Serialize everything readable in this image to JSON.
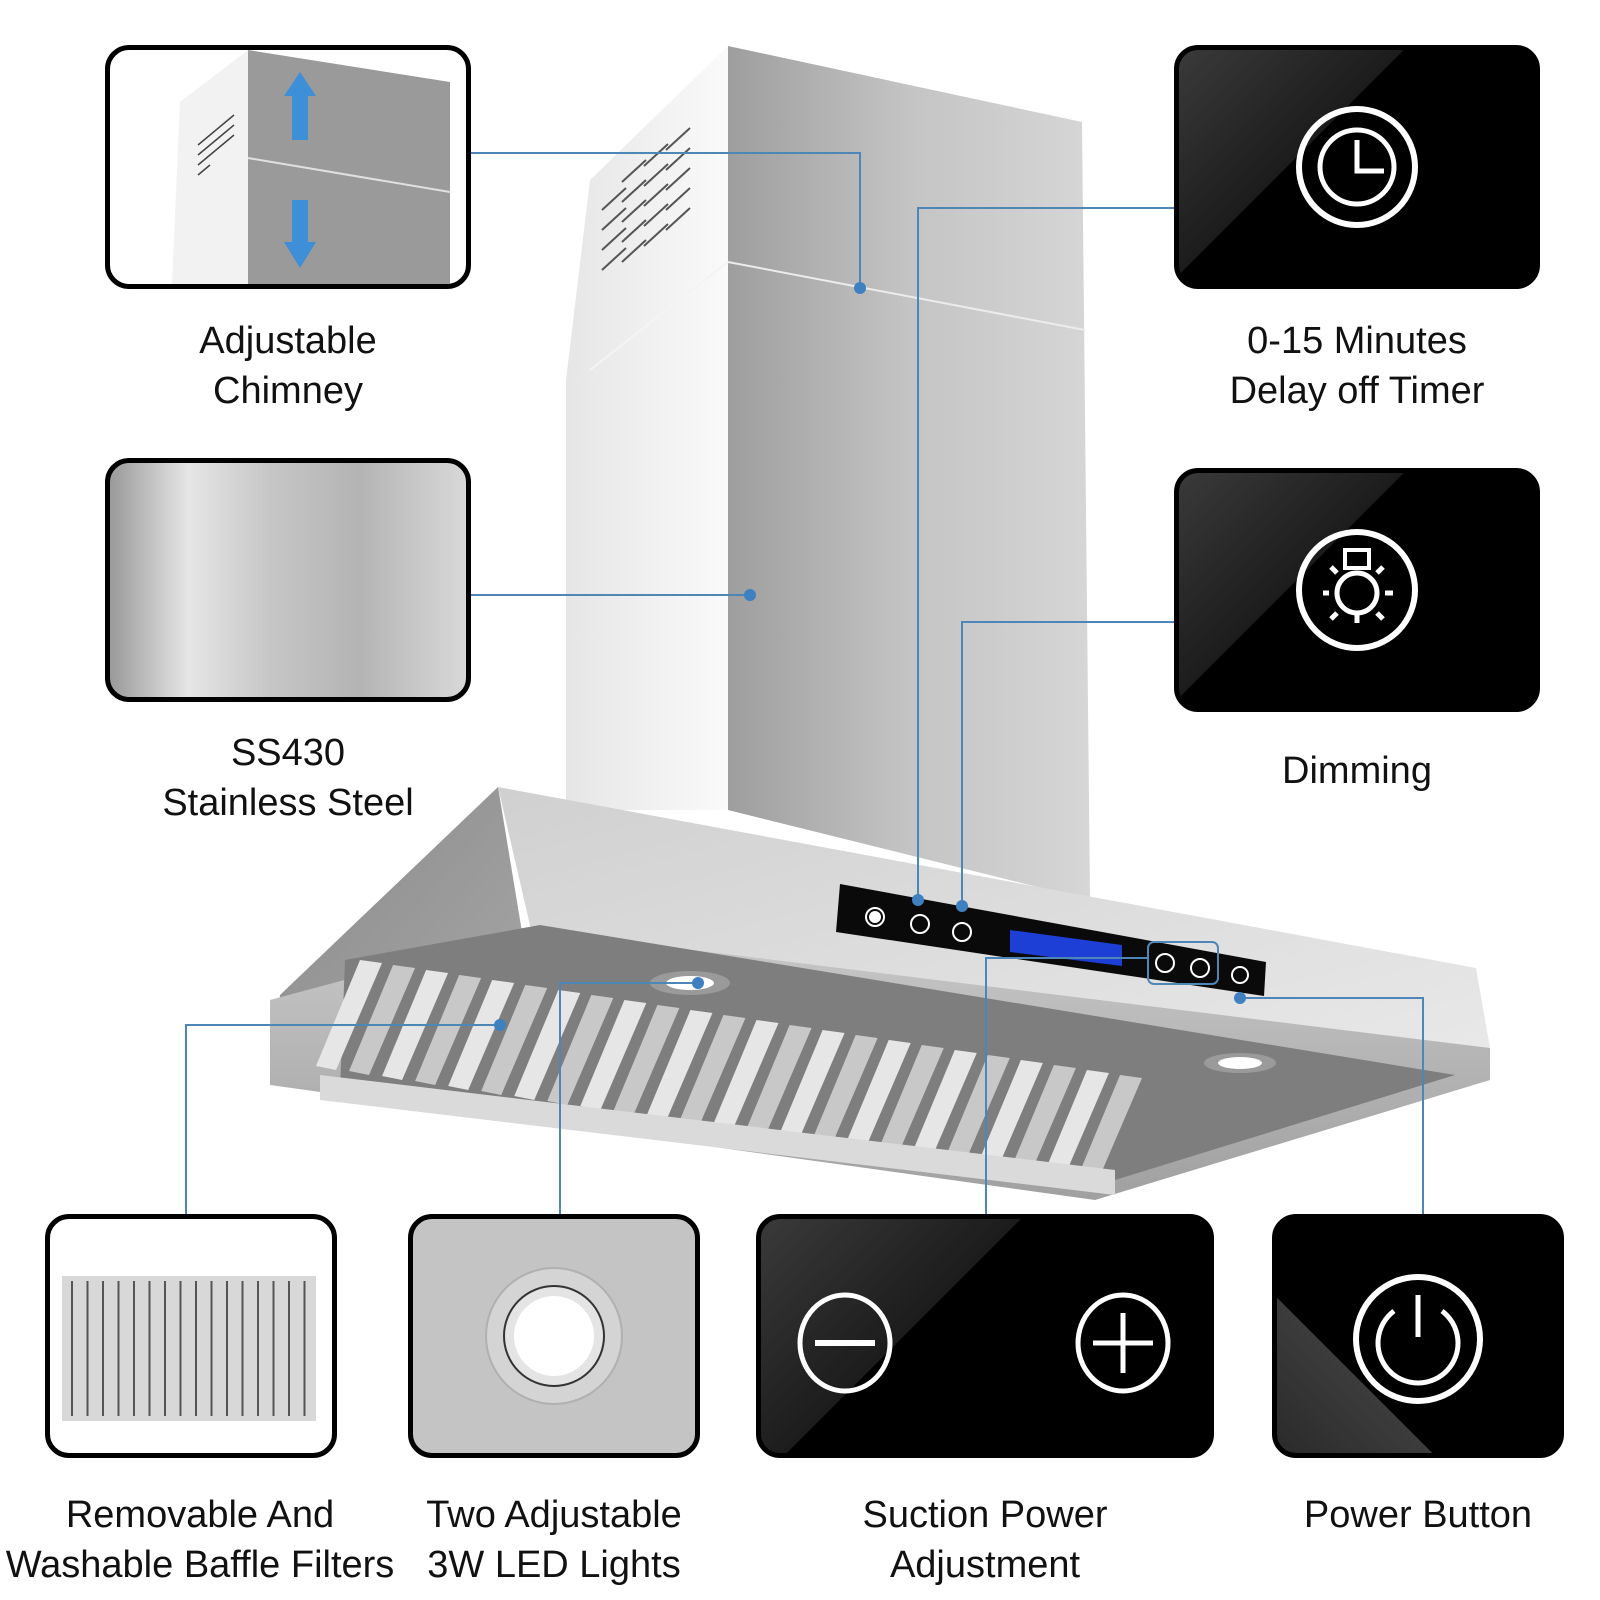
{
  "features": {
    "adjustable_chimney": {
      "line1": "Adjustable",
      "line2": "Chimney",
      "icon": "chimney-arrows-icon"
    },
    "stainless_steel": {
      "line1": "SS430",
      "line2": "Stainless Steel",
      "icon": "brushed-steel-swatch"
    },
    "timer": {
      "line1": "0-15 Minutes",
      "line2": "Delay off Timer",
      "icon": "clock-icon"
    },
    "dimming": {
      "line1": "Dimming",
      "icon": "light-bulb-icon"
    },
    "baffle_filters": {
      "line1": "Removable And",
      "line2": "Washable Baffle Filters",
      "icon": "baffle-filter-icon"
    },
    "led_lights": {
      "line1": "Two Adjustable",
      "line2": "3W LED Lights",
      "icon": "led-light-icon"
    },
    "suction": {
      "line1": "Suction Power",
      "line2": "Adjustment",
      "icons": [
        "minus-icon",
        "plus-icon"
      ]
    },
    "power": {
      "line1": "Power Button",
      "icon": "power-icon"
    }
  },
  "control_panel": {
    "buttons": [
      "light-button",
      "timer-button",
      "dimming-button",
      "minus-button",
      "plus-button",
      "power-button"
    ],
    "display_color": "#1e3fd6"
  },
  "colors": {
    "callout_line": "#4f86b8",
    "callout_dot": "#3f80c0",
    "arrow_blue": "#3d8fd8",
    "card_dark": "#000000",
    "steel_light": "#e4e4e4",
    "steel_mid": "#b8b8b8",
    "steel_dark": "#8e8e8e"
  }
}
